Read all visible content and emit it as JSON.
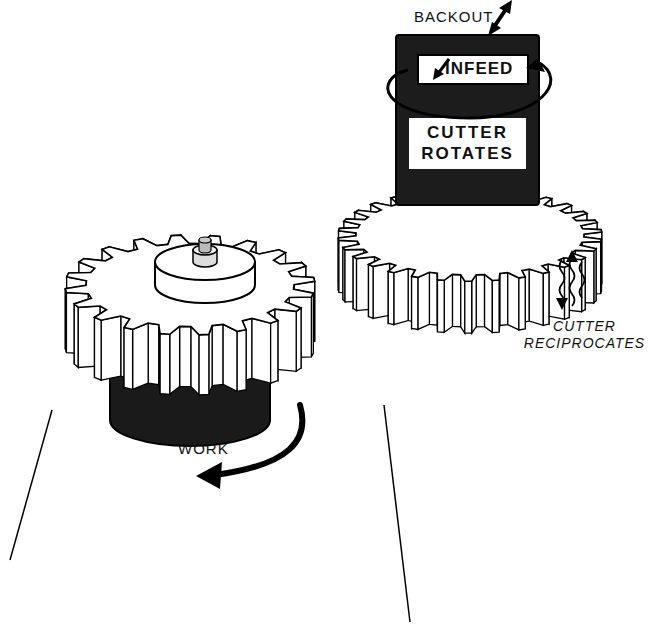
{
  "diagram": {
    "nodes": [
      {
        "text": [
          "CUTTER ROTATES"
        ]
      },
      {
        "text": [
          "INFEED"
        ],
        "in": 0
      }
    ],
    "labels": [
      "BACKOUT",
      "CUTTER RECIPROCATES",
      "WORK"
    ]
  }
}
